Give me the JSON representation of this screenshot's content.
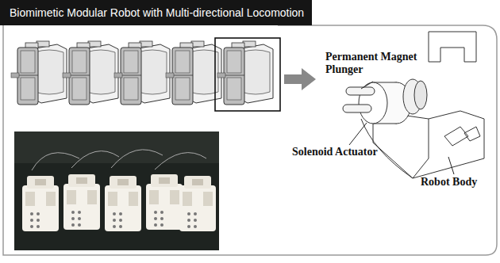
{
  "diagram": {
    "title": "Biomimetic Modular Robot with Multi-directional Locomotion",
    "labels": [
      "Permanent Magnet Plunger",
      "Solenoid Actuator",
      "Robot Body"
    ]
  }
}
